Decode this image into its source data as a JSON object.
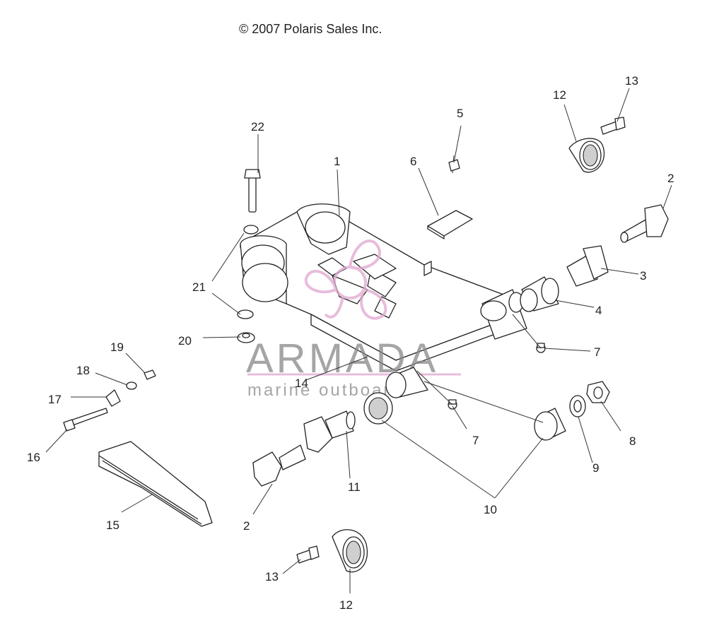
{
  "copyright": "© 2007 Polaris Sales Inc.",
  "watermark": {
    "brand": "ARMADA",
    "tagline": "marine outboards",
    "color": "#e0a8cf"
  },
  "labels": {
    "p1": "1",
    "p2a": "2",
    "p2b": "2",
    "p3": "3",
    "p4": "4",
    "p5": "5",
    "p6": "6",
    "p7a": "7",
    "p7b": "7",
    "p8": "8",
    "p9": "9",
    "p10": "10",
    "p11": "11",
    "p12a": "12",
    "p12b": "12",
    "p13a": "13",
    "p13b": "13",
    "p14": "14",
    "p15": "15",
    "p16": "16",
    "p17": "17",
    "p18": "18",
    "p19": "19",
    "p20": "20",
    "p21": "21",
    "p22": "22"
  }
}
